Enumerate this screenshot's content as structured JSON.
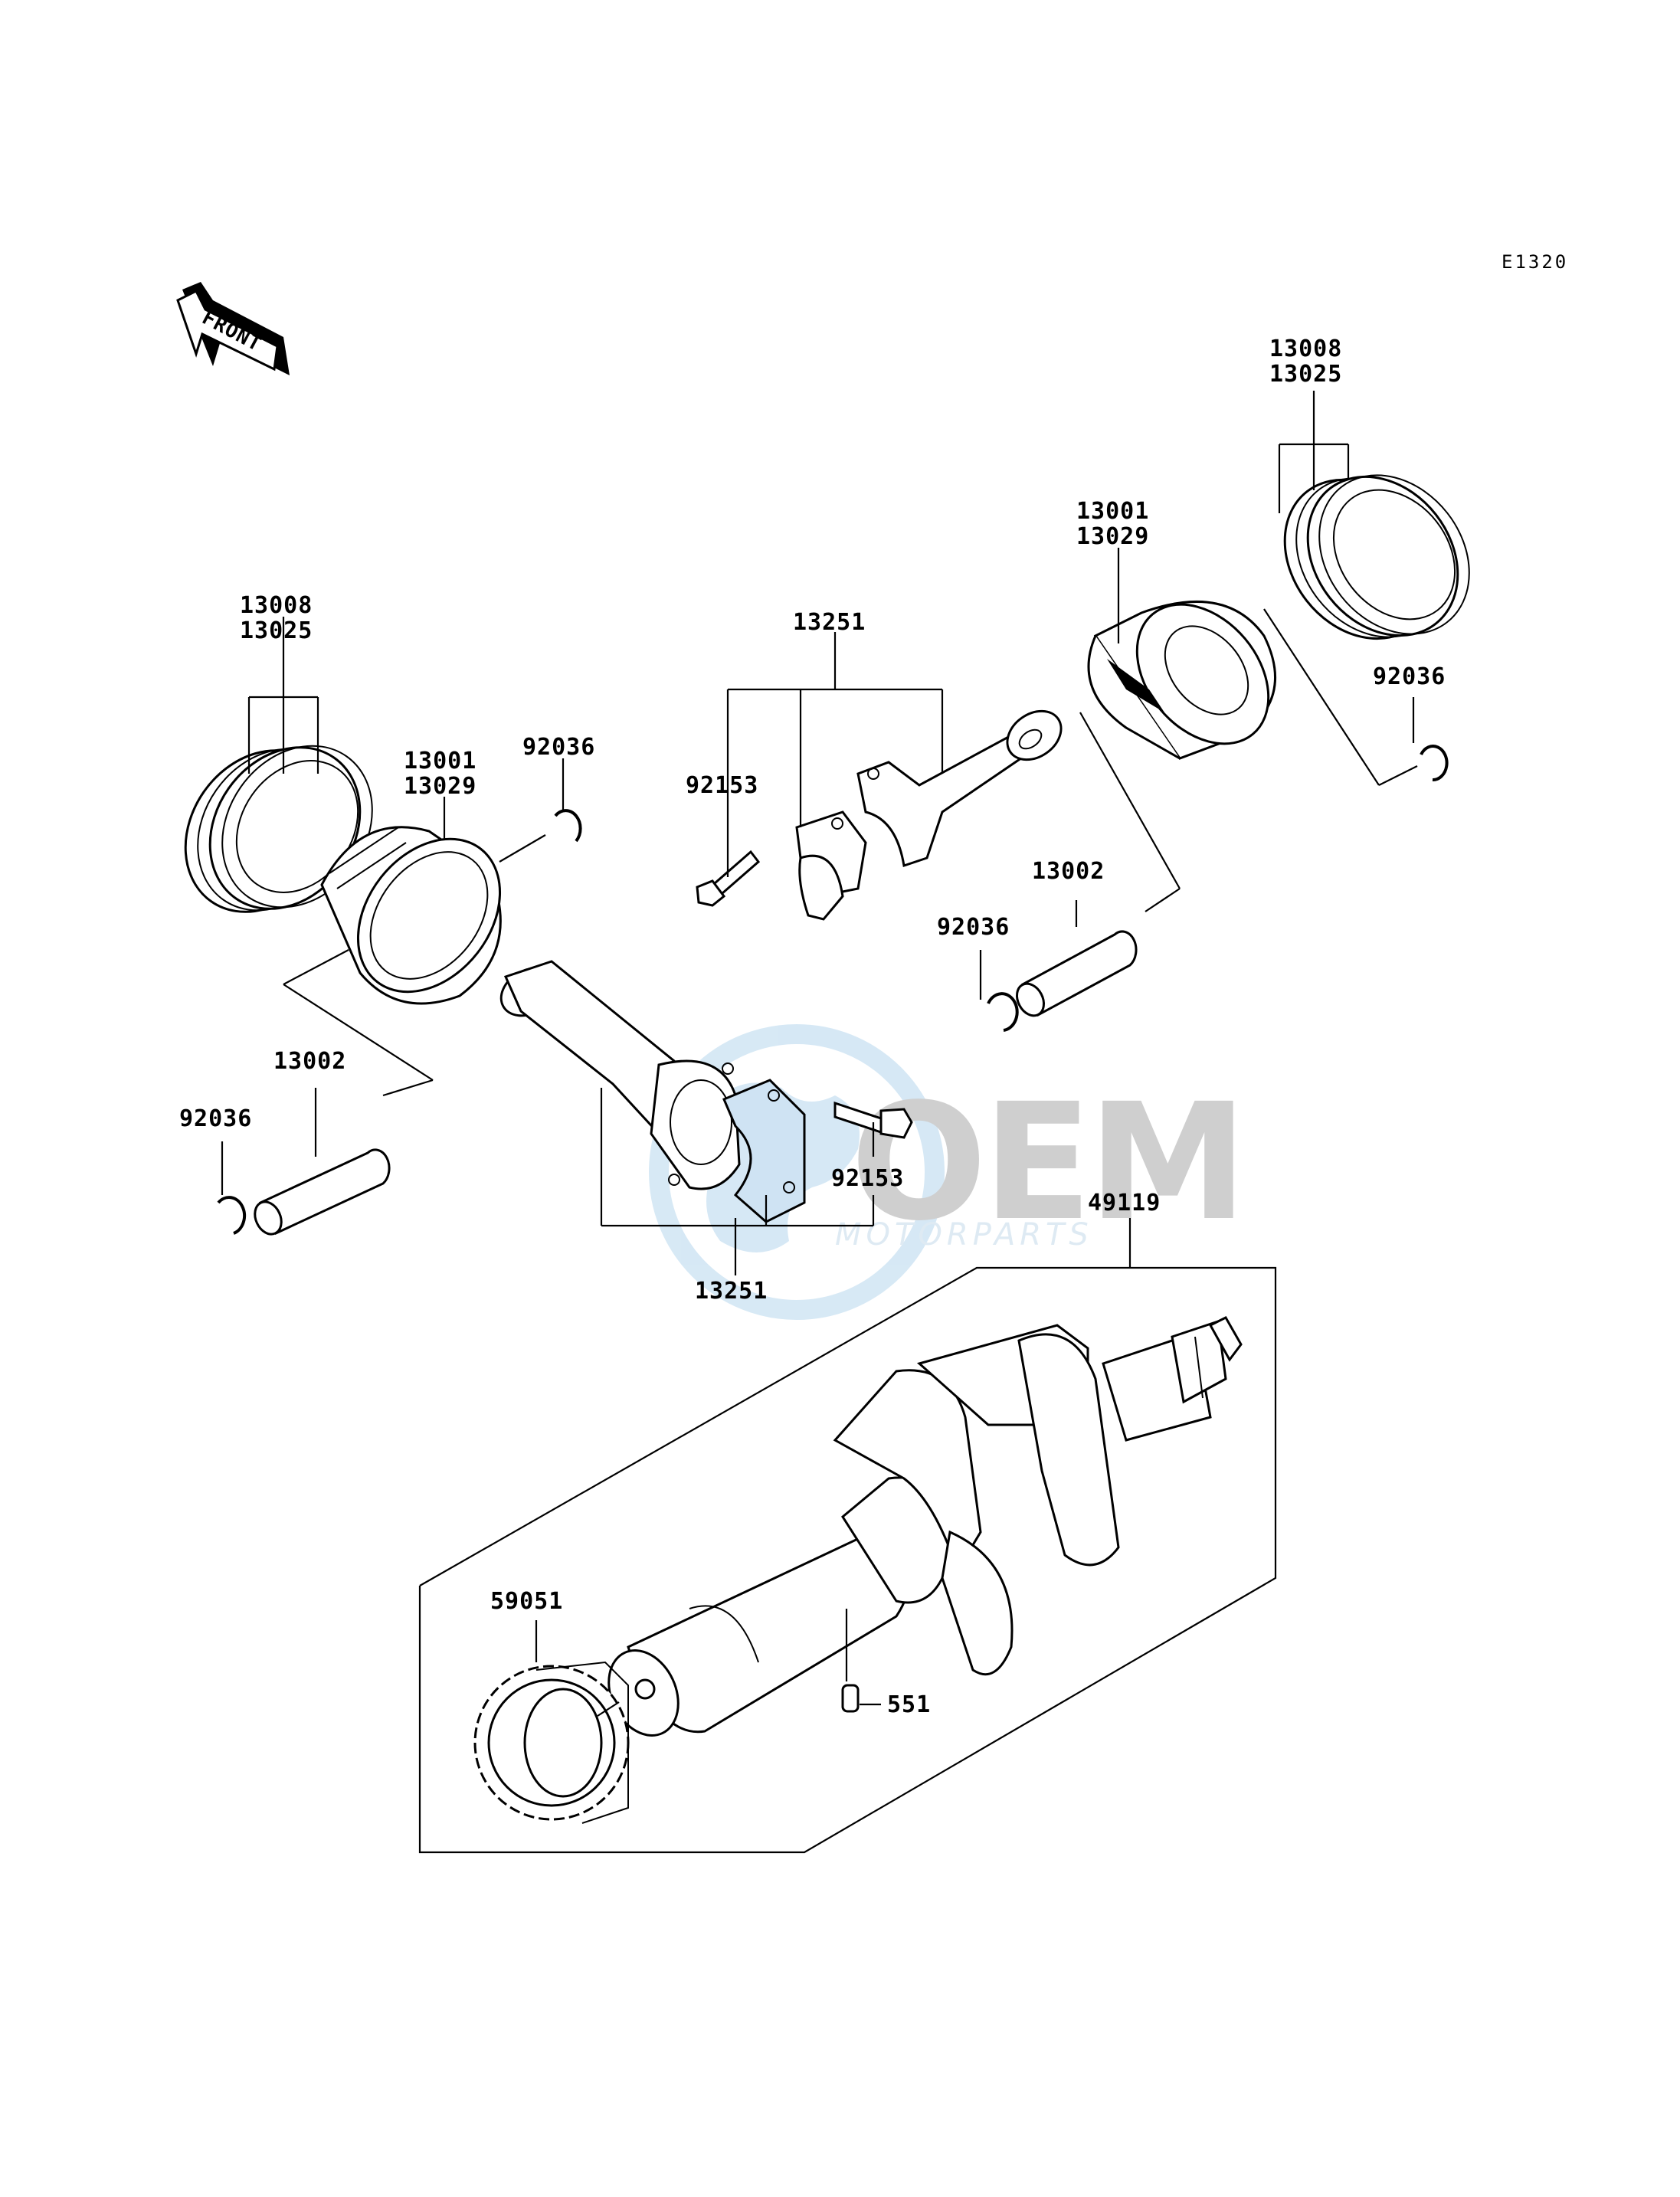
{
  "diagram_code": "E1320",
  "front_arrow_label": "FRONT",
  "watermark": {
    "brand": "OEM",
    "sub": "MOTORPARTS"
  },
  "labels": {
    "rings_left_a": "13008",
    "rings_left_b": "13025",
    "piston_left_a": "13001",
    "piston_left_b": "13029",
    "clip_left_top": "92036",
    "pin_left": "13002",
    "clip_left_bottom": "92036",
    "conrod_top": "13251",
    "bolt_top": "92153",
    "piston_right_a": "13001",
    "piston_right_b": "13029",
    "rings_right_a": "13008",
    "rings_right_b": "13025",
    "clip_right_top": "92036",
    "pin_right": "13002",
    "clip_right_mid": "92036",
    "bolt_bottom": "92153",
    "conrod_bottom": "13251",
    "crankshaft": "49119",
    "gear": "59051",
    "key": "551"
  }
}
